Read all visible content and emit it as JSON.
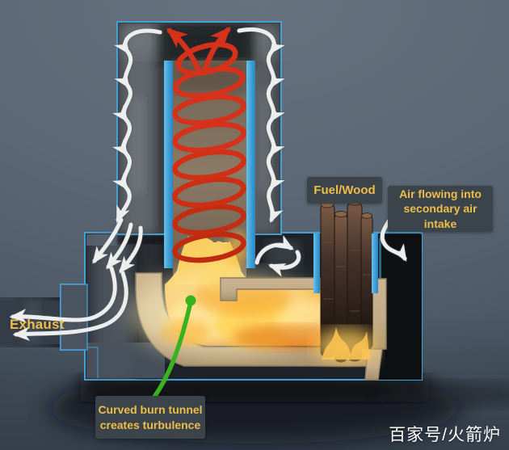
{
  "watermark": {
    "text": "百家号/火箭炉"
  },
  "annotations": {
    "fuel_wood": {
      "label": "Fuel/Wood"
    },
    "secondary_air": {
      "line1": "Air flowing into",
      "line2": "secondary air intake"
    },
    "exhaust": {
      "label": "Exhaust"
    },
    "burn_tunnel": {
      "line1": "Curved burn tunnel",
      "line2": "creates turbulence"
    }
  },
  "diagram": {
    "type": "rocket-stove-cutaway-diagram",
    "components": [
      "chimney-heat-exchanger-casing",
      "heat-riser-tube",
      "hot-gas-spiral-coil",
      "hot-gas-exit-arrows",
      "downdraft-airflow-arrows",
      "exhaust-duct",
      "fuel-hopper",
      "fuel-wood-logs",
      "curved-burn-tunnel",
      "burn-chamber-fire",
      "secondary-air-intake-channel",
      "secondary-air-arrow",
      "turbulence-arrow",
      "green-annotation-line"
    ],
    "flow_legend": {
      "red_coil": "hot combustion gases rising in heat riser",
      "white_arrows": "air / flue gas flow",
      "green_line": "annotation pointer"
    }
  },
  "colors": {
    "background": "#5c6875",
    "accent_blue": "#45a0d6",
    "coil_red": "#d6311b",
    "airflow_white": "#eceded",
    "annotation_green": "#38b31f",
    "label_bg": "#3b434b",
    "label_text": "#eebd4a",
    "tunnel_tan": "#c2ab88",
    "fire_core": "#ffe9a0",
    "watermark_text": "#ffffff"
  }
}
